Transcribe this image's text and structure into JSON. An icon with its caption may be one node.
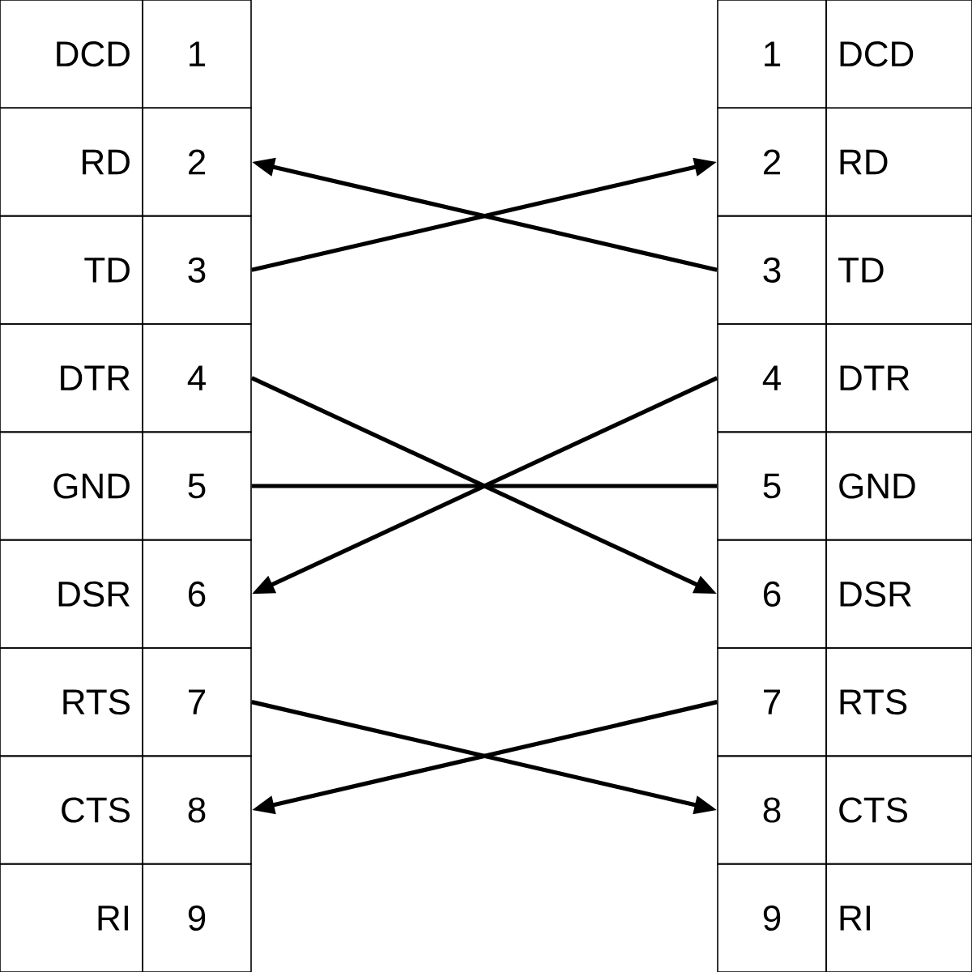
{
  "diagram": {
    "nodes": [
      {
        "text": [
          "DCD"
        ]
      },
      {
        "text": [
          "1"
        ]
      },
      {
        "text": [
          "1"
        ]
      },
      {
        "text": [
          "DCD"
        ]
      },
      {
        "text": [
          "RD"
        ]
      },
      {
        "text": [
          "2"
        ]
      },
      {
        "text": [
          "2"
        ]
      },
      {
        "text": [
          "RD"
        ]
      },
      {
        "text": [
          "TD"
        ]
      },
      {
        "text": [
          "3"
        ]
      },
      {
        "text": [
          "3"
        ]
      },
      {
        "text": [
          "TD"
        ]
      },
      {
        "text": [
          "DTR"
        ]
      },
      {
        "text": [
          "4"
        ]
      },
      {
        "text": [
          "4"
        ]
      },
      {
        "text": [
          "DTR"
        ]
      },
      {
        "text": [
          "GND"
        ]
      },
      {
        "text": [
          "5"
        ]
      },
      {
        "text": [
          "5"
        ]
      },
      {
        "text": [
          "GND"
        ]
      },
      {
        "text": [
          "DSR"
        ]
      },
      {
        "text": [
          "6"
        ]
      },
      {
        "text": [
          "6"
        ]
      },
      {
        "text": [
          "DSR"
        ]
      },
      {
        "text": [
          "RTS"
        ]
      },
      {
        "text": [
          "7"
        ]
      },
      {
        "text": [
          "7"
        ]
      },
      {
        "text": [
          "RTS"
        ]
      },
      {
        "text": [
          "CTS"
        ]
      },
      {
        "text": [
          "8"
        ]
      },
      {
        "text": [
          "8"
        ]
      },
      {
        "text": [
          "CTS"
        ]
      },
      {
        "text": [
          "RI"
        ]
      },
      {
        "text": [
          "9"
        ]
      },
      {
        "text": [
          "9"
        ]
      },
      {
        "text": [
          "RI"
        ]
      }
    ],
    "edges": [
      {
        "from": 9,
        "to": 6,
        "arrow": "to"
      },
      {
        "from": 10,
        "to": 5,
        "arrow": "to"
      },
      {
        "from": 13,
        "to": 22,
        "arrow": "to"
      },
      {
        "from": 14,
        "to": 21,
        "arrow": "to"
      },
      {
        "from": 17,
        "to": 18,
        "arrow": "none"
      },
      {
        "from": 25,
        "to": 30,
        "arrow": "to"
      },
      {
        "from": 26,
        "to": 29,
        "arrow": "to"
      }
    ]
  }
}
